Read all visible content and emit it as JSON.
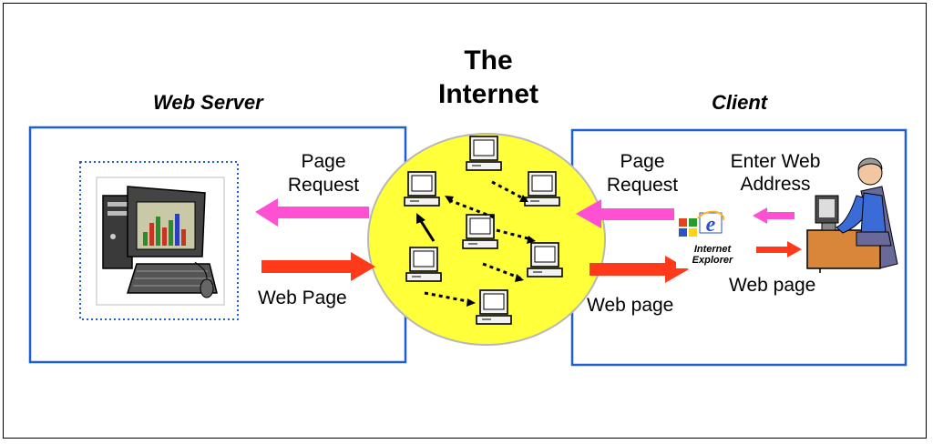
{
  "diagram": {
    "title_line1": "The",
    "title_line2": "Internet",
    "server_label": "Web Server",
    "client_label": "Client",
    "left_request_line1": "Page",
    "left_request_line2": "Request",
    "left_response": "Web Page",
    "right_request_line1": "Page",
    "right_request_line2": "Request",
    "right_response": "Web page",
    "address_line1": "Enter Web",
    "address_line2": "Address",
    "client_response": "Web page",
    "browser_badge": "Internet Explorer",
    "browser_badge_line1": "Internet",
    "browser_badge_line2": "Explorer",
    "browser_logo_letter": "e"
  },
  "colors": {
    "box_border": "#1f5fd6",
    "internet_cloud": "#ffff3a",
    "request_arrow": "#ff4fd3",
    "response_arrow": "#ff3a1a"
  },
  "icons": [
    "web-server-computer-icon",
    "network-computer-icon",
    "internet-explorer-icon",
    "user-at-desk-icon"
  ]
}
